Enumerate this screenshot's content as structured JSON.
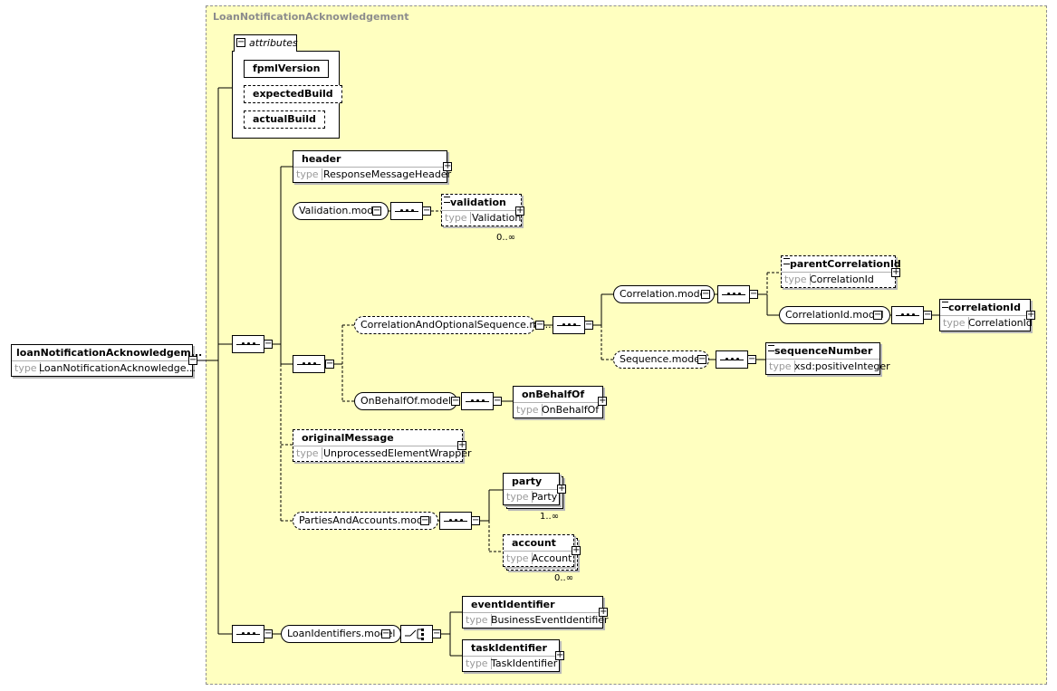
{
  "root": {
    "name": "loanNotificationAcknowledgem...",
    "type_label": "type",
    "type": "LoanNotificationAcknowledge..."
  },
  "complex_type": {
    "title": "LoanNotificationAcknowledgement"
  },
  "attributes": {
    "label": "attributes",
    "items": [
      "fpmlVersion",
      "expectedBuild",
      "actualBuild"
    ]
  },
  "elements": {
    "header": {
      "name": "header",
      "type": "ResponseMessageHeader"
    },
    "validation": {
      "name": "validation",
      "type": "Validation",
      "card": "0..∞"
    },
    "parentCorrelationId": {
      "name": "parentCorrelationId",
      "type": "CorrelationId"
    },
    "correlationId": {
      "name": "correlationId",
      "type": "CorrelationId"
    },
    "sequenceNumber": {
      "name": "sequenceNumber",
      "type": "xsd:positiveInteger"
    },
    "onBehalfOf": {
      "name": "onBehalfOf",
      "type": "OnBehalfOf"
    },
    "originalMessage": {
      "name": "originalMessage",
      "type": "UnprocessedElementWrapper"
    },
    "party": {
      "name": "party",
      "type": "Party",
      "card": "1..∞"
    },
    "account": {
      "name": "account",
      "type": "Account",
      "card": "0..∞"
    },
    "eventIdentifier": {
      "name": "eventIdentifier",
      "type": "BusinessEventIdentifier"
    },
    "taskIdentifier": {
      "name": "taskIdentifier",
      "type": "TaskIdentifier"
    }
  },
  "groups": {
    "validationModel": "Validation.model",
    "correlationAndOptionalSequence": "CorrelationAndOptionalSequence.mo...",
    "correlationModel": "Correlation.model",
    "correlationIdModel": "CorrelationId.model",
    "sequenceModel": "Sequence.model",
    "onBehalfOfModel": "OnBehalfOf.model",
    "partiesAndAccountsModel": "PartiesAndAccounts.model",
    "loanIdentifiersModel": "LoanIdentifiers.model"
  },
  "type_label": "type",
  "collapse_symbol": "−",
  "expand_symbol": "+"
}
